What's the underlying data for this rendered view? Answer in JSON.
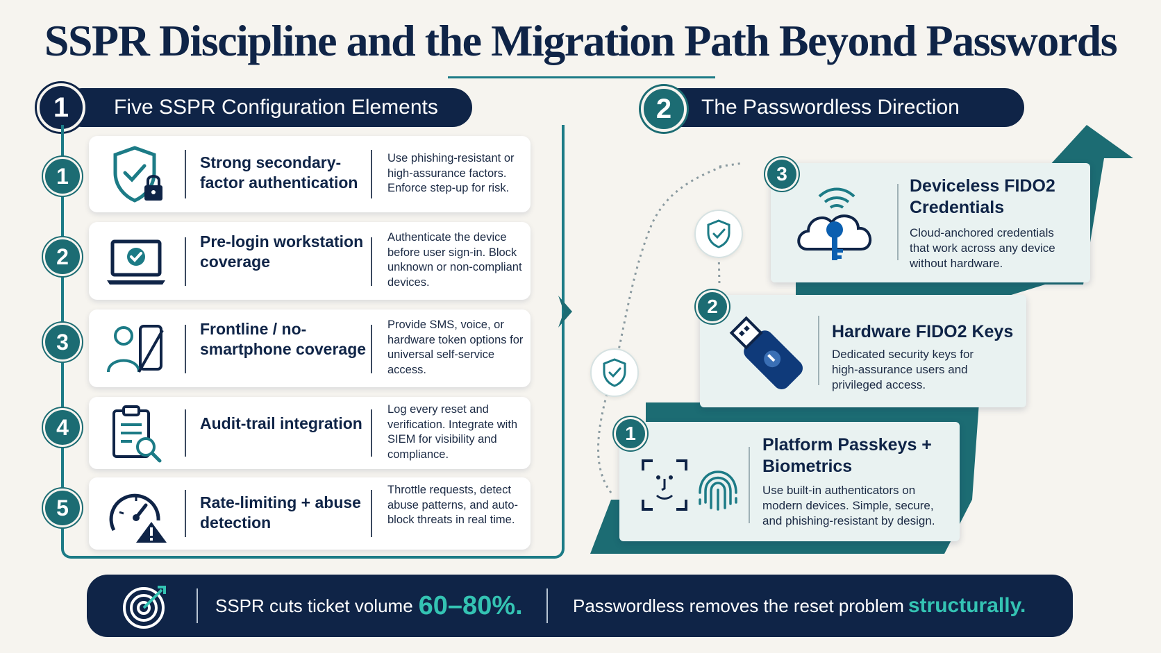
{
  "title": "SSPR Discipline and the Migration Path Beyond Passwords",
  "left_section": {
    "number": "1",
    "heading": "Five SSPR Configuration Elements",
    "items": [
      {
        "number": "1",
        "label": "Strong secondary-factor authentication",
        "icon": "shield-lock-icon",
        "description": "Use phishing-resistant or high-assurance factors. Enforce step-up for risk."
      },
      {
        "number": "2",
        "label": "Pre-login workstation coverage",
        "icon": "laptop-check-icon",
        "description": "Authenticate the device before user sign-in. Block unknown or non-compliant devices."
      },
      {
        "number": "3",
        "label": "Frontline / no-smartphone coverage",
        "icon": "user-no-phone-icon",
        "description": "Provide SMS, voice, or hardware token options for universal self-service access."
      },
      {
        "number": "4",
        "label": "Audit-trail integration",
        "icon": "clipboard-search-icon",
        "description": "Log every reset and verification. Integrate with SIEM for visibility and compliance."
      },
      {
        "number": "5",
        "label": "Rate-limiting + abuse detection",
        "icon": "gauge-warning-icon",
        "description": "Throttle requests, detect abuse patterns, and auto-block threats in real time."
      }
    ]
  },
  "right_section": {
    "number": "2",
    "heading": "The Passwordless Direction",
    "steps": [
      {
        "number": "3",
        "title": "Deviceless FIDO2 Credentials",
        "icon": "cloud-key-icon",
        "description": "Cloud-anchored credentials that work across any device without hardware."
      },
      {
        "number": "2",
        "title": "Hardware FIDO2 Keys",
        "icon": "usb-key-icon",
        "description": "Dedicated security keys for high-assurance users and privileged access."
      },
      {
        "number": "1",
        "title": "Platform Passkeys + Biometrics",
        "icon": "face-fingerprint-icon",
        "description": "Use built-in authenticators on modern devices. Simple, secure, and phishing-resistant by design."
      }
    ]
  },
  "banner": {
    "icon": "target-icon",
    "stat_prefix": "SSPR cuts ticket volume",
    "stat_value": "60–80%.",
    "message_prefix": "Passwordless removes the reset problem",
    "message_emphasis": "structurally."
  },
  "colors": {
    "navy": "#0f2447",
    "teal": "#1c6c73",
    "accent": "#34c3b3",
    "background": "#f6f4ef"
  }
}
